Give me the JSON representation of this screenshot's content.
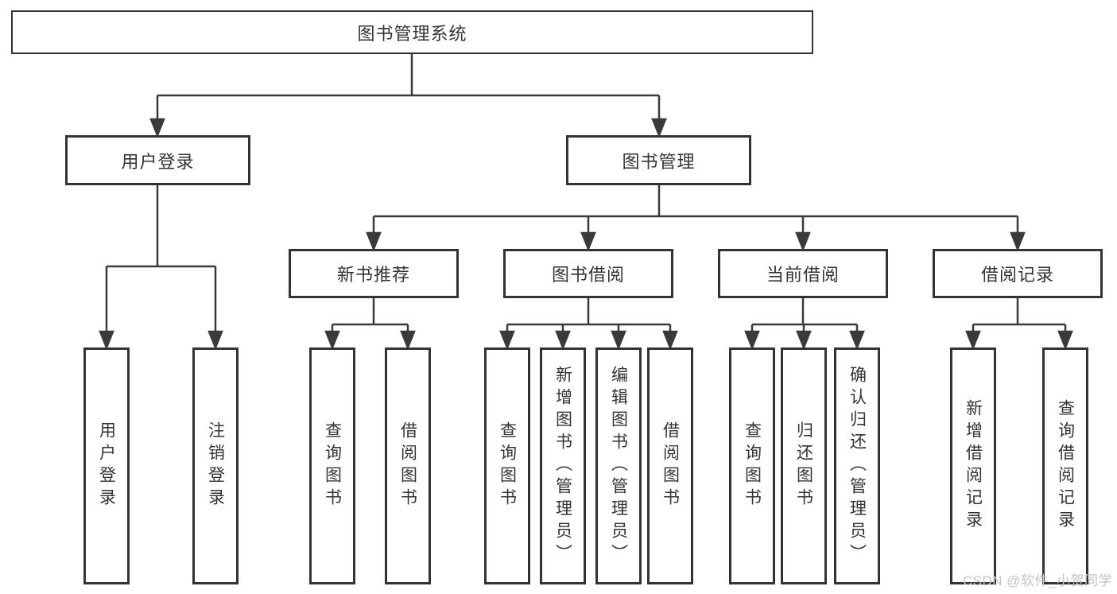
{
  "diagram": {
    "nodes": {
      "root": "图书管理系统",
      "user_login": "用户登录",
      "book_mgmt": "图书管理",
      "new_book_rec": "新书推荐",
      "book_borrow": "图书借阅",
      "current_borrow": "当前借阅",
      "borrow_records": "借阅记录",
      "ul_login": "用户登录",
      "ul_logout": "注销登录",
      "nbr_query": "查询图书",
      "nbr_borrow": "借阅图书",
      "bb_query": "查询图书",
      "bb_add": "新增图书（管理员）",
      "bb_edit": "编辑图书（管理员）",
      "bb_borrow": "借阅图书",
      "cb_query": "查询图书",
      "cb_return": "归还图书",
      "cb_confirm": "确认归还（管理员）",
      "br_add": "新增借阅记录",
      "br_query": "查询借阅记录"
    }
  },
  "watermark": "CSDN @软件_小贺同学",
  "colors": {
    "line": "#3a3a3a",
    "box_border": "#333333",
    "text": "#333333",
    "watermark": "#c3c3c3",
    "background": "#ffffff"
  }
}
